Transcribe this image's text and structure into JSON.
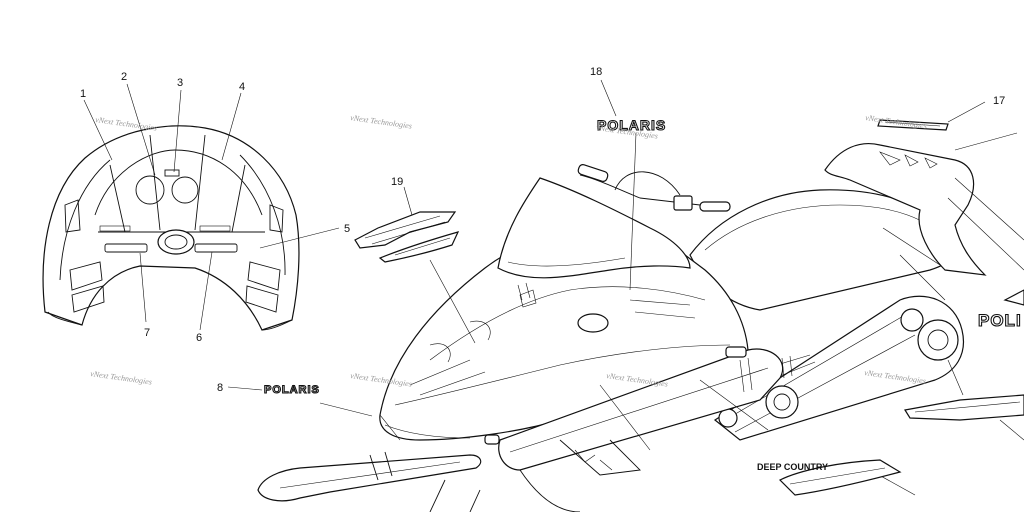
{
  "callouts": [
    "1",
    "2",
    "3",
    "4",
    "5",
    "6",
    "7",
    "8",
    "17",
    "18",
    "19"
  ],
  "decal_text": {
    "polaris": "POLARIS",
    "polaris_cut": "POLI",
    "deep_country": "DEEP COUNTRY"
  },
  "watermark": "vNext Technologies"
}
